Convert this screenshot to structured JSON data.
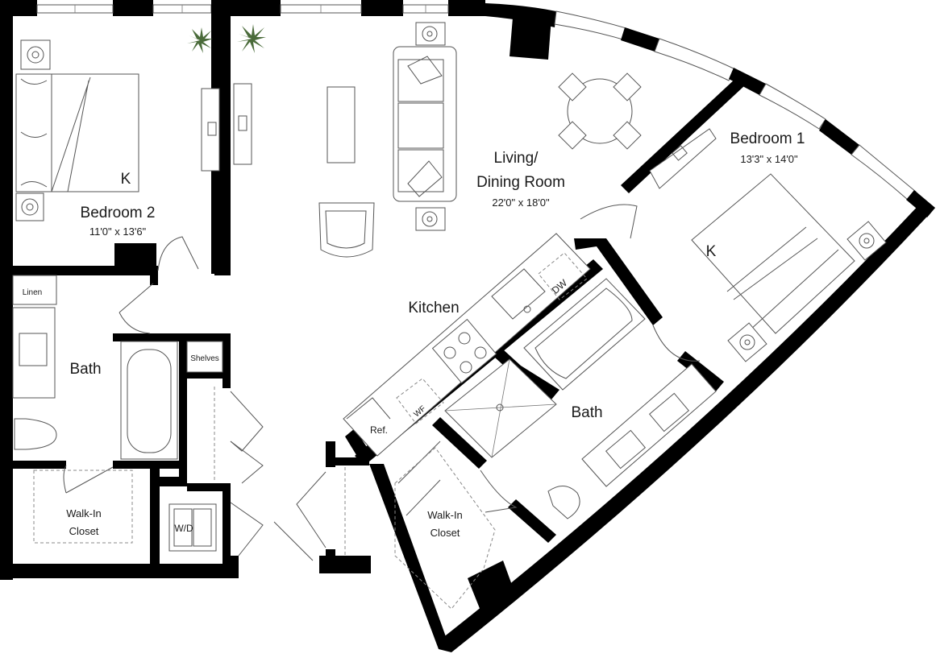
{
  "rooms": {
    "bedroom2": {
      "name": "Bedroom 2",
      "dims": "11'0\" x 13'6\""
    },
    "living": {
      "name_line1": "Living/",
      "name_line2": "Dining Room",
      "dims": "22'0\" x 18'0\""
    },
    "bedroom1": {
      "name": "Bedroom 1",
      "dims": "13'3\" x 14'0\""
    },
    "kitchen": {
      "name": "Kitchen"
    },
    "bath_left": {
      "name": "Bath"
    },
    "bath_right": {
      "name": "Bath"
    },
    "walkin_left": {
      "line1": "Walk-In",
      "line2": "Closet"
    },
    "walkin_right": {
      "line1": "Walk-In",
      "line2": "Closet"
    }
  },
  "fixtures": {
    "linen": "Linen",
    "shelves": "Shelves",
    "washer_dryer": "W/D",
    "refrigerator": "Ref.",
    "wine_fridge": "WF",
    "dishwasher": "DW",
    "king_bed_b2": "K",
    "king_bed_b1": "K"
  },
  "colors": {
    "walls": "#000000",
    "lines": "#555555",
    "plants": "#4a6b3a"
  }
}
